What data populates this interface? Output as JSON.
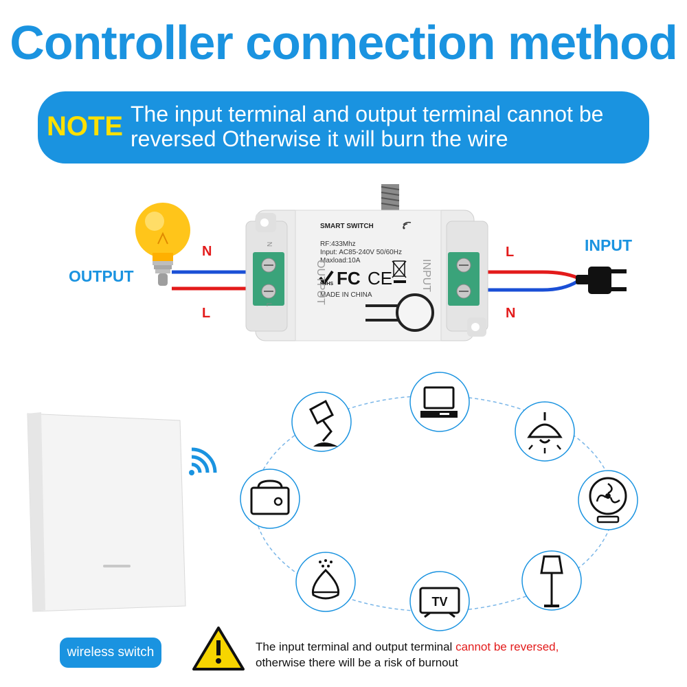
{
  "title": "Controller connection method",
  "note": {
    "label": "NOTE",
    "text": "The input terminal and output terminal cannot be reversed Otherwise it will burn the wire"
  },
  "wiring": {
    "output_label": "OUTPUT",
    "input_label": "INPUT",
    "output_top_wire": "N",
    "output_bottom_wire": "L",
    "input_top_wire": "L",
    "input_bottom_wire": "N"
  },
  "device": {
    "name": "SMART SWITCH",
    "rf": "RF:433Mhz",
    "input": "Input: AC85-240V 50/60Hz",
    "maxload": "Maxload:10A",
    "origin": "MADE IN CHINA",
    "output_side": "OUTPUT",
    "input_side": "INPUT",
    "terminal_n": "N",
    "terminal_l": "L",
    "rohs": "RoHS",
    "fc": "FC",
    "ce": "CE"
  },
  "appliances": [
    "desk-lamp-icon",
    "computer-icon",
    "pendant-lamp-icon",
    "toaster-icon",
    "fan-icon",
    "humidifier-icon",
    "tv-icon",
    "floor-lamp-icon"
  ],
  "tv_text": "TV",
  "bottom": {
    "pill": "wireless switch",
    "warning_part1": "The input terminal and output terminal ",
    "warning_red": "cannot be reversed,",
    "warning_line2": "otherwise there will be a risk of burnout"
  },
  "colors": {
    "accent": "#1a93e0",
    "note_label": "#ffe000",
    "warning_red": "#e31b1b",
    "terminal_green": "#3aa37a"
  }
}
